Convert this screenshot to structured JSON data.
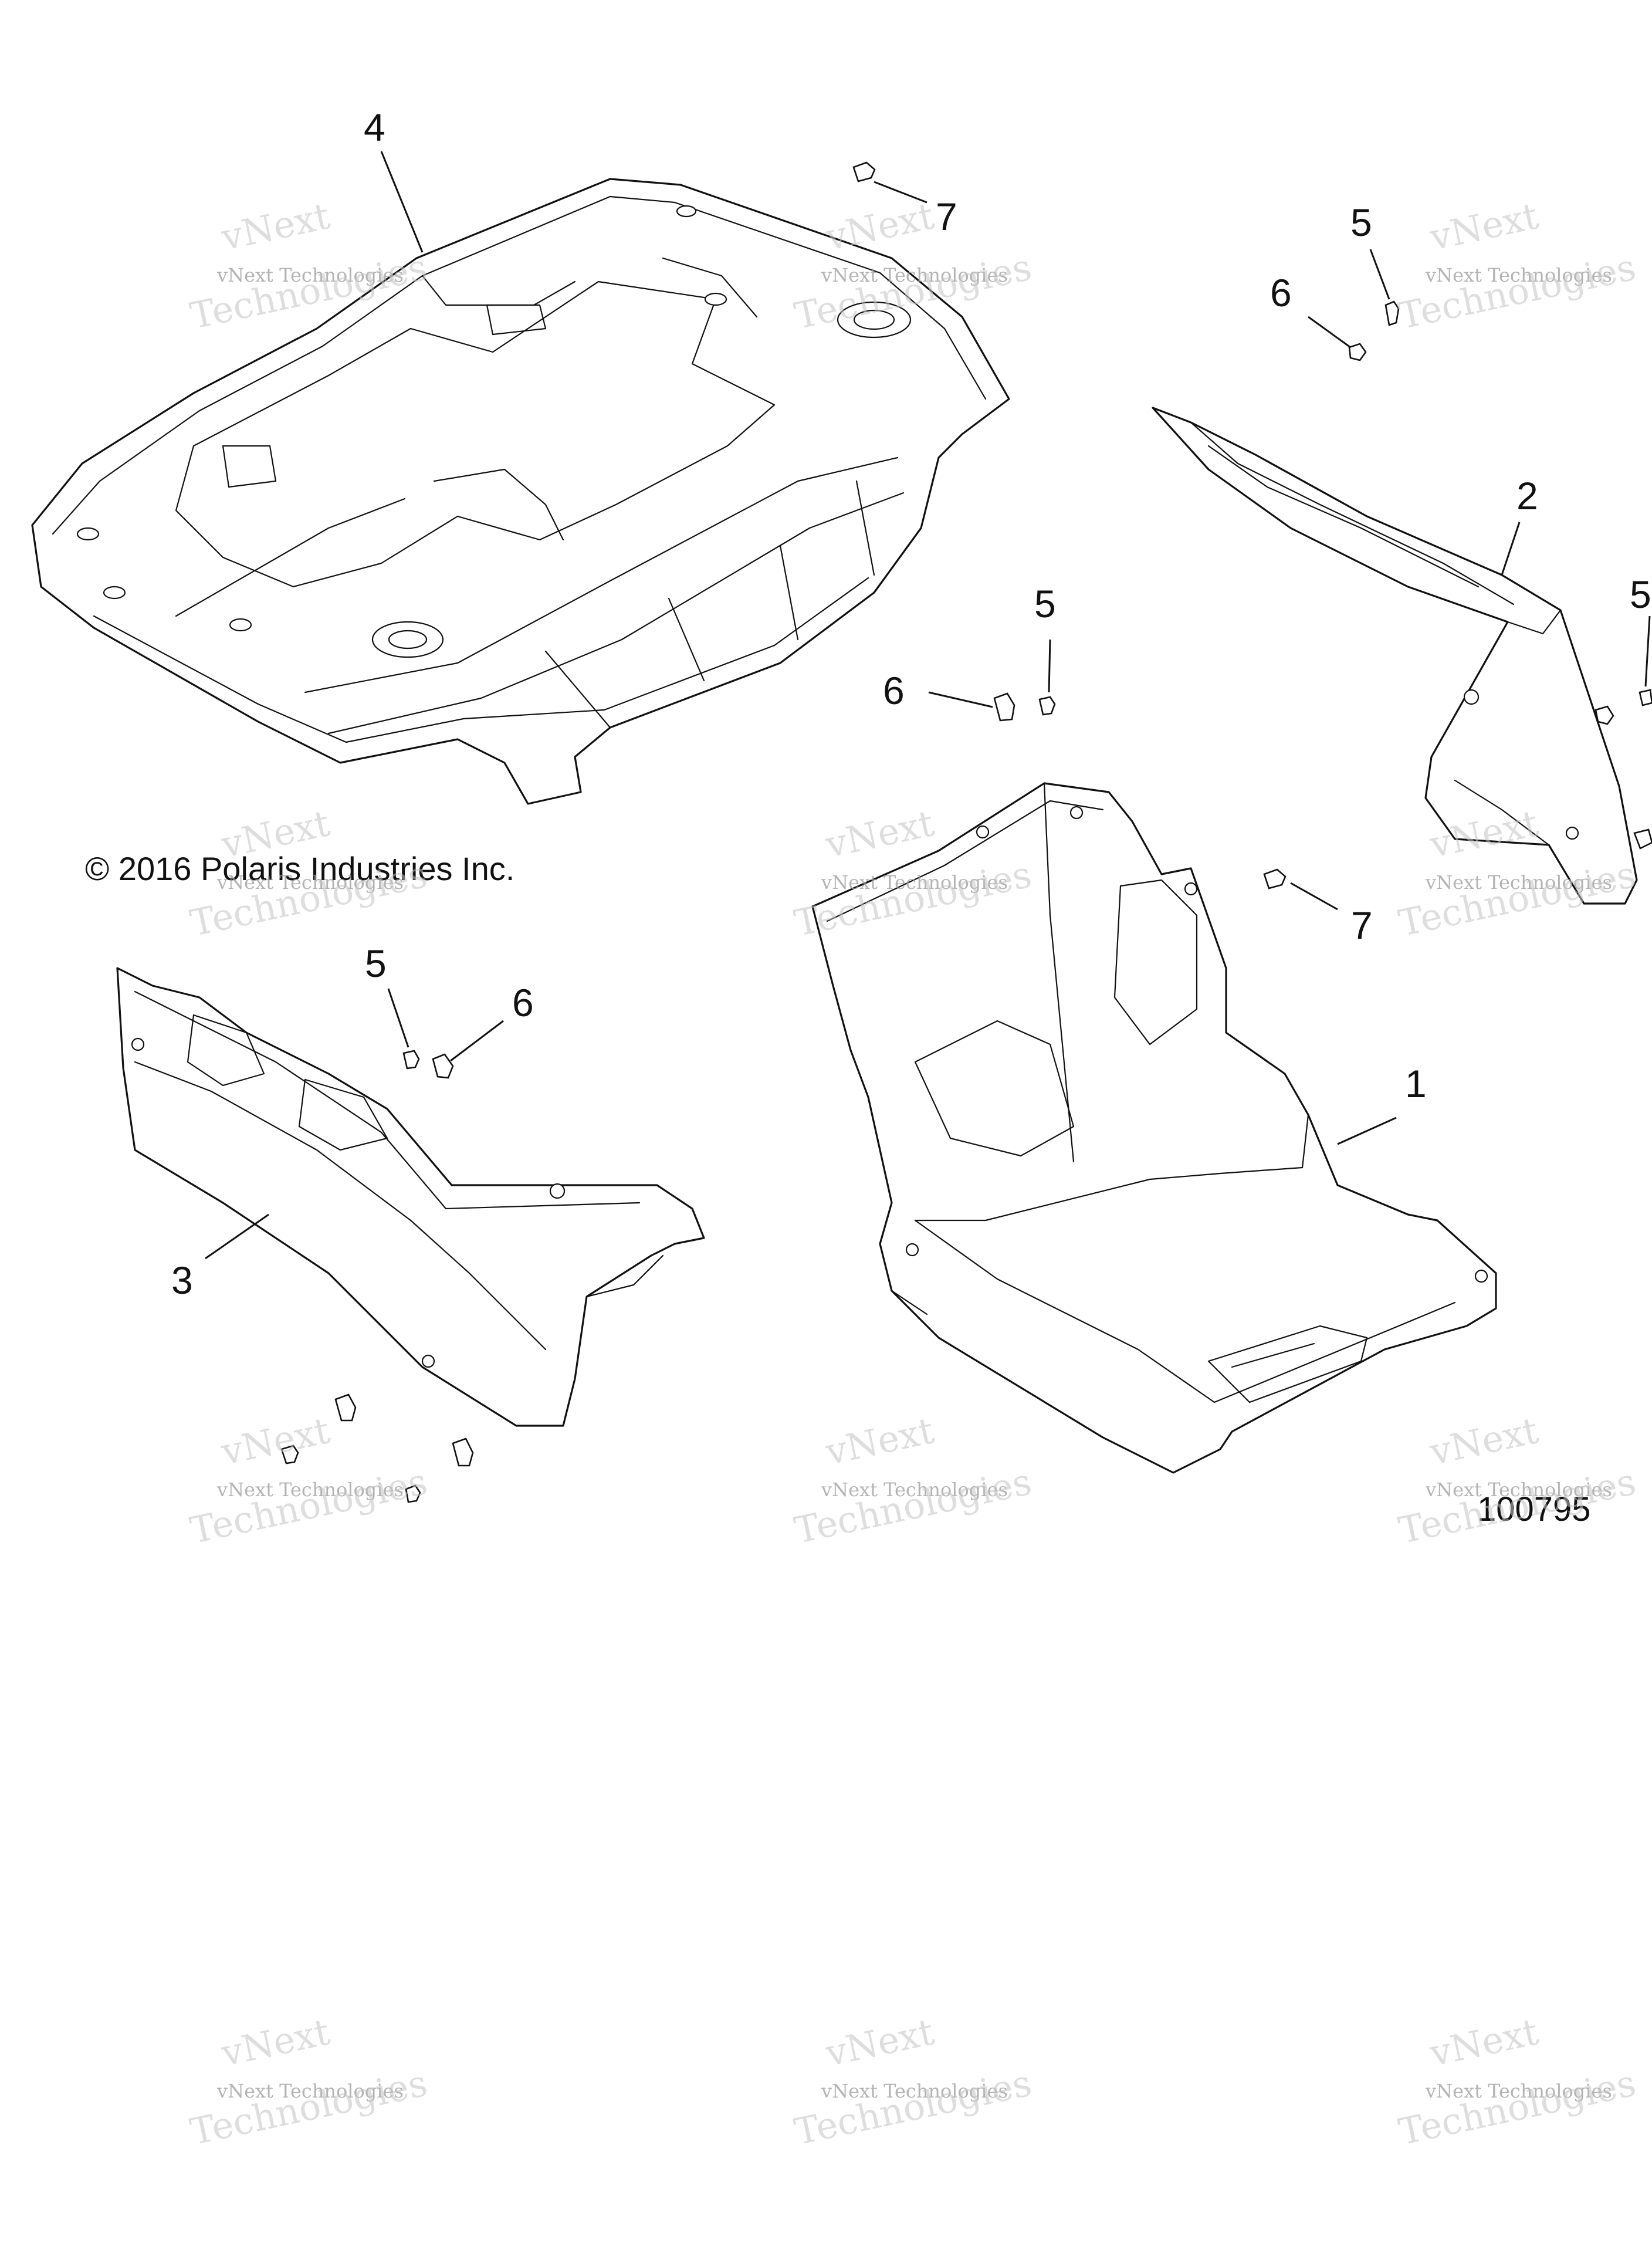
{
  "copyright": "© 2016 Polaris Industries Inc.",
  "diagram_number": "100795",
  "watermark": {
    "line1": "vNext Technologies",
    "line2": "Technologies",
    "line3": "vNext"
  },
  "callouts": {
    "c1": "1",
    "c2": "2",
    "c3": "3",
    "c4": "4",
    "c5": "5",
    "c6": "6",
    "c7": "7"
  }
}
